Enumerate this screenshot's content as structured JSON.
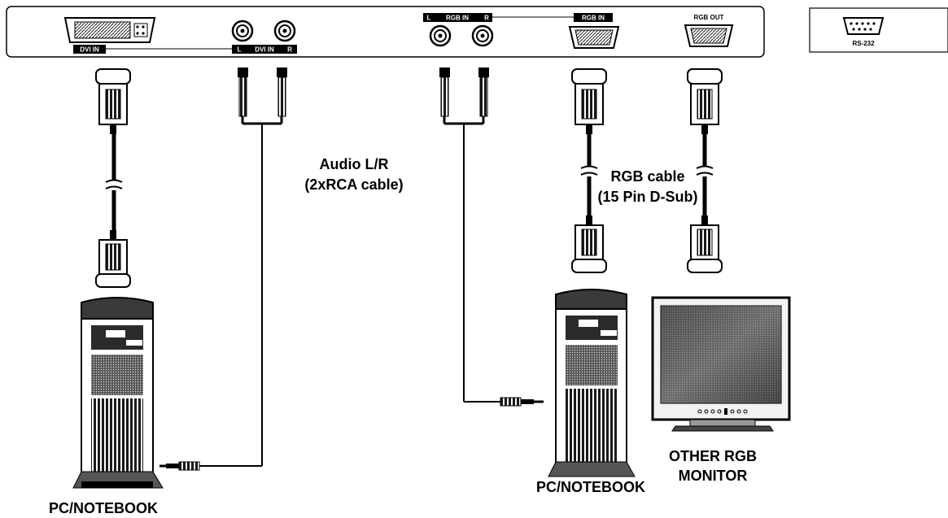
{
  "panel": {
    "dvi_in_label": "DVI IN",
    "dvi_audio_left": "L",
    "dvi_audio_middle": "DVI IN",
    "dvi_audio_right": "R",
    "rgb_audio_left": "L",
    "rgb_audio_middle": "RGB IN",
    "rgb_audio_right": "R",
    "rgb_in_label": "RGB IN",
    "rgb_out_label": "RGB OUT",
    "rs232_label": "RS-232"
  },
  "labels": {
    "audio_line1": "Audio L/R",
    "audio_line2": "(2xRCA cable)",
    "rgb_cable_line1": "RGB cable",
    "rgb_cable_line2": "(15 Pin D-Sub)",
    "pc_left": "PC/NOTEBOOK",
    "pc_right": "PC/NOTEBOOK",
    "monitor_line1": "OTHER RGB",
    "monitor_line2": "MONITOR"
  }
}
